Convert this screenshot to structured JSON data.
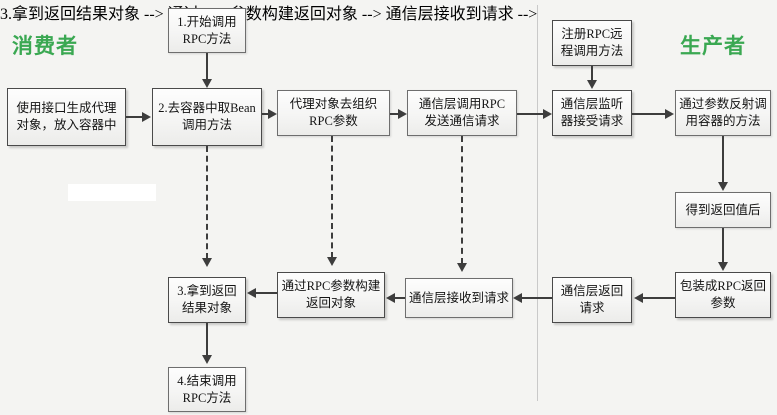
{
  "diagram": {
    "type": "flowchart",
    "background_color": "#f4f4f2",
    "accent_color": "#3aa852",
    "lanes": [
      {
        "id": "consumer",
        "label": "消费者"
      },
      {
        "id": "producer",
        "label": "生产者"
      }
    ],
    "nodes": [
      {
        "id": "n-start-rpc",
        "label": "1.开始调用\nRPC方法",
        "lane": "consumer"
      },
      {
        "id": "n-proxy-container",
        "label": "使用接口生成代理\n对象，放入容器中",
        "lane": "consumer"
      },
      {
        "id": "n-get-bean",
        "label": "2.去容器中取Bean\n调用方法",
        "lane": "consumer"
      },
      {
        "id": "n-organize-params",
        "label": "代理对象去组织\nRPC参数",
        "lane": "consumer"
      },
      {
        "id": "n-send-request",
        "label": "通信层调用RPC\n发送通信请求",
        "lane": "consumer"
      },
      {
        "id": "n-register-rpc",
        "label": "注册RPC远\n程调用方法",
        "lane": "producer"
      },
      {
        "id": "n-listener-accept",
        "label": "通信层监听\n器接受请求",
        "lane": "producer"
      },
      {
        "id": "n-reflect-invoke",
        "label": "通过参数反射调\n用容器的方法",
        "lane": "producer"
      },
      {
        "id": "n-got-return",
        "label": "得到返回值后",
        "lane": "producer"
      },
      {
        "id": "n-wrap-rpc-return",
        "label": "包装成RPC返回\n参数",
        "lane": "producer"
      },
      {
        "id": "n-comm-return",
        "label": "通信层返回\n请求",
        "lane": "producer"
      },
      {
        "id": "n-comm-received",
        "label": "通信层接收到请求",
        "lane": "consumer"
      },
      {
        "id": "n-build-return-obj",
        "label": "通过RPC参数构建\n返回对象",
        "lane": "consumer"
      },
      {
        "id": "n-get-result",
        "label": "3.拿到返回\n结果对象",
        "lane": "consumer"
      },
      {
        "id": "n-end-rpc",
        "label": "4.结束调用\nRPC方法",
        "lane": "consumer"
      }
    ],
    "edges": [
      {
        "from": "n-start-rpc",
        "to": "n-get-bean",
        "style": "solid"
      },
      {
        "from": "n-proxy-container",
        "to": "n-get-bean",
        "style": "solid"
      },
      {
        "from": "n-get-bean",
        "to": "n-organize-params",
        "style": "solid"
      },
      {
        "from": "n-organize-params",
        "to": "n-send-request",
        "style": "solid"
      },
      {
        "from": "n-send-request",
        "to": "n-listener-accept",
        "style": "solid"
      },
      {
        "from": "n-register-rpc",
        "to": "n-listener-accept",
        "style": "solid"
      },
      {
        "from": "n-listener-accept",
        "to": "n-reflect-invoke",
        "style": "solid"
      },
      {
        "from": "n-reflect-invoke",
        "to": "n-got-return",
        "style": "solid"
      },
      {
        "from": "n-got-return",
        "to": "n-wrap-rpc-return",
        "style": "solid"
      },
      {
        "from": "n-wrap-rpc-return",
        "to": "n-comm-return",
        "style": "solid"
      },
      {
        "from": "n-comm-return",
        "to": "n-comm-received",
        "style": "solid"
      },
      {
        "from": "n-comm-received",
        "to": "n-build-return-obj",
        "style": "solid"
      },
      {
        "from": "n-build-return-obj",
        "to": "n-get-result",
        "style": "solid"
      },
      {
        "from": "n-get-result",
        "to": "n-end-rpc",
        "style": "solid"
      },
      {
        "from": "n-get-bean",
        "to": "n-get-result",
        "style": "dashed"
      },
      {
        "from": "n-organize-params",
        "to": "n-build-return-obj",
        "style": "dashed"
      },
      {
        "from": "n-send-request",
        "to": "n-comm-received",
        "style": "dashed"
      }
    ]
  }
}
